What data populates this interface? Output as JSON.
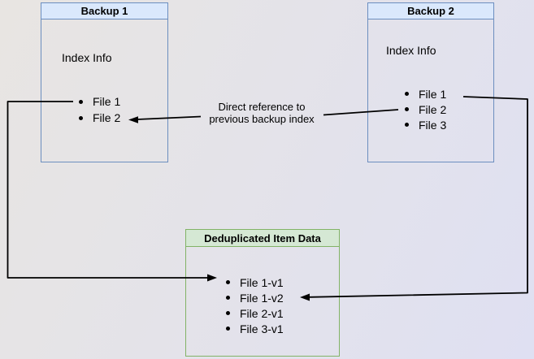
{
  "diagram": {
    "backup1": {
      "title": "Backup 1",
      "index_label": "Index Info",
      "files": [
        "File 1",
        "File 2"
      ]
    },
    "backup2": {
      "title": "Backup 2",
      "index_label": "Index Info",
      "files": [
        "File 1",
        "File 2",
        "File 3"
      ]
    },
    "dedup_store": {
      "title": "Deduplicated Item Data",
      "files": [
        "File 1-v1",
        "File 1-v2",
        "File 2-v1",
        "File 3-v1"
      ]
    },
    "annotation": {
      "line1": "Direct reference to",
      "line2": "previous backup index"
    },
    "colors": {
      "backup_header_fill": "#dae8fc",
      "backup_border": "#6c8ebf",
      "dedup_header_fill": "#d5e8d4",
      "dedup_border": "#82b366",
      "connector": "#000000",
      "text": "#000000"
    }
  }
}
